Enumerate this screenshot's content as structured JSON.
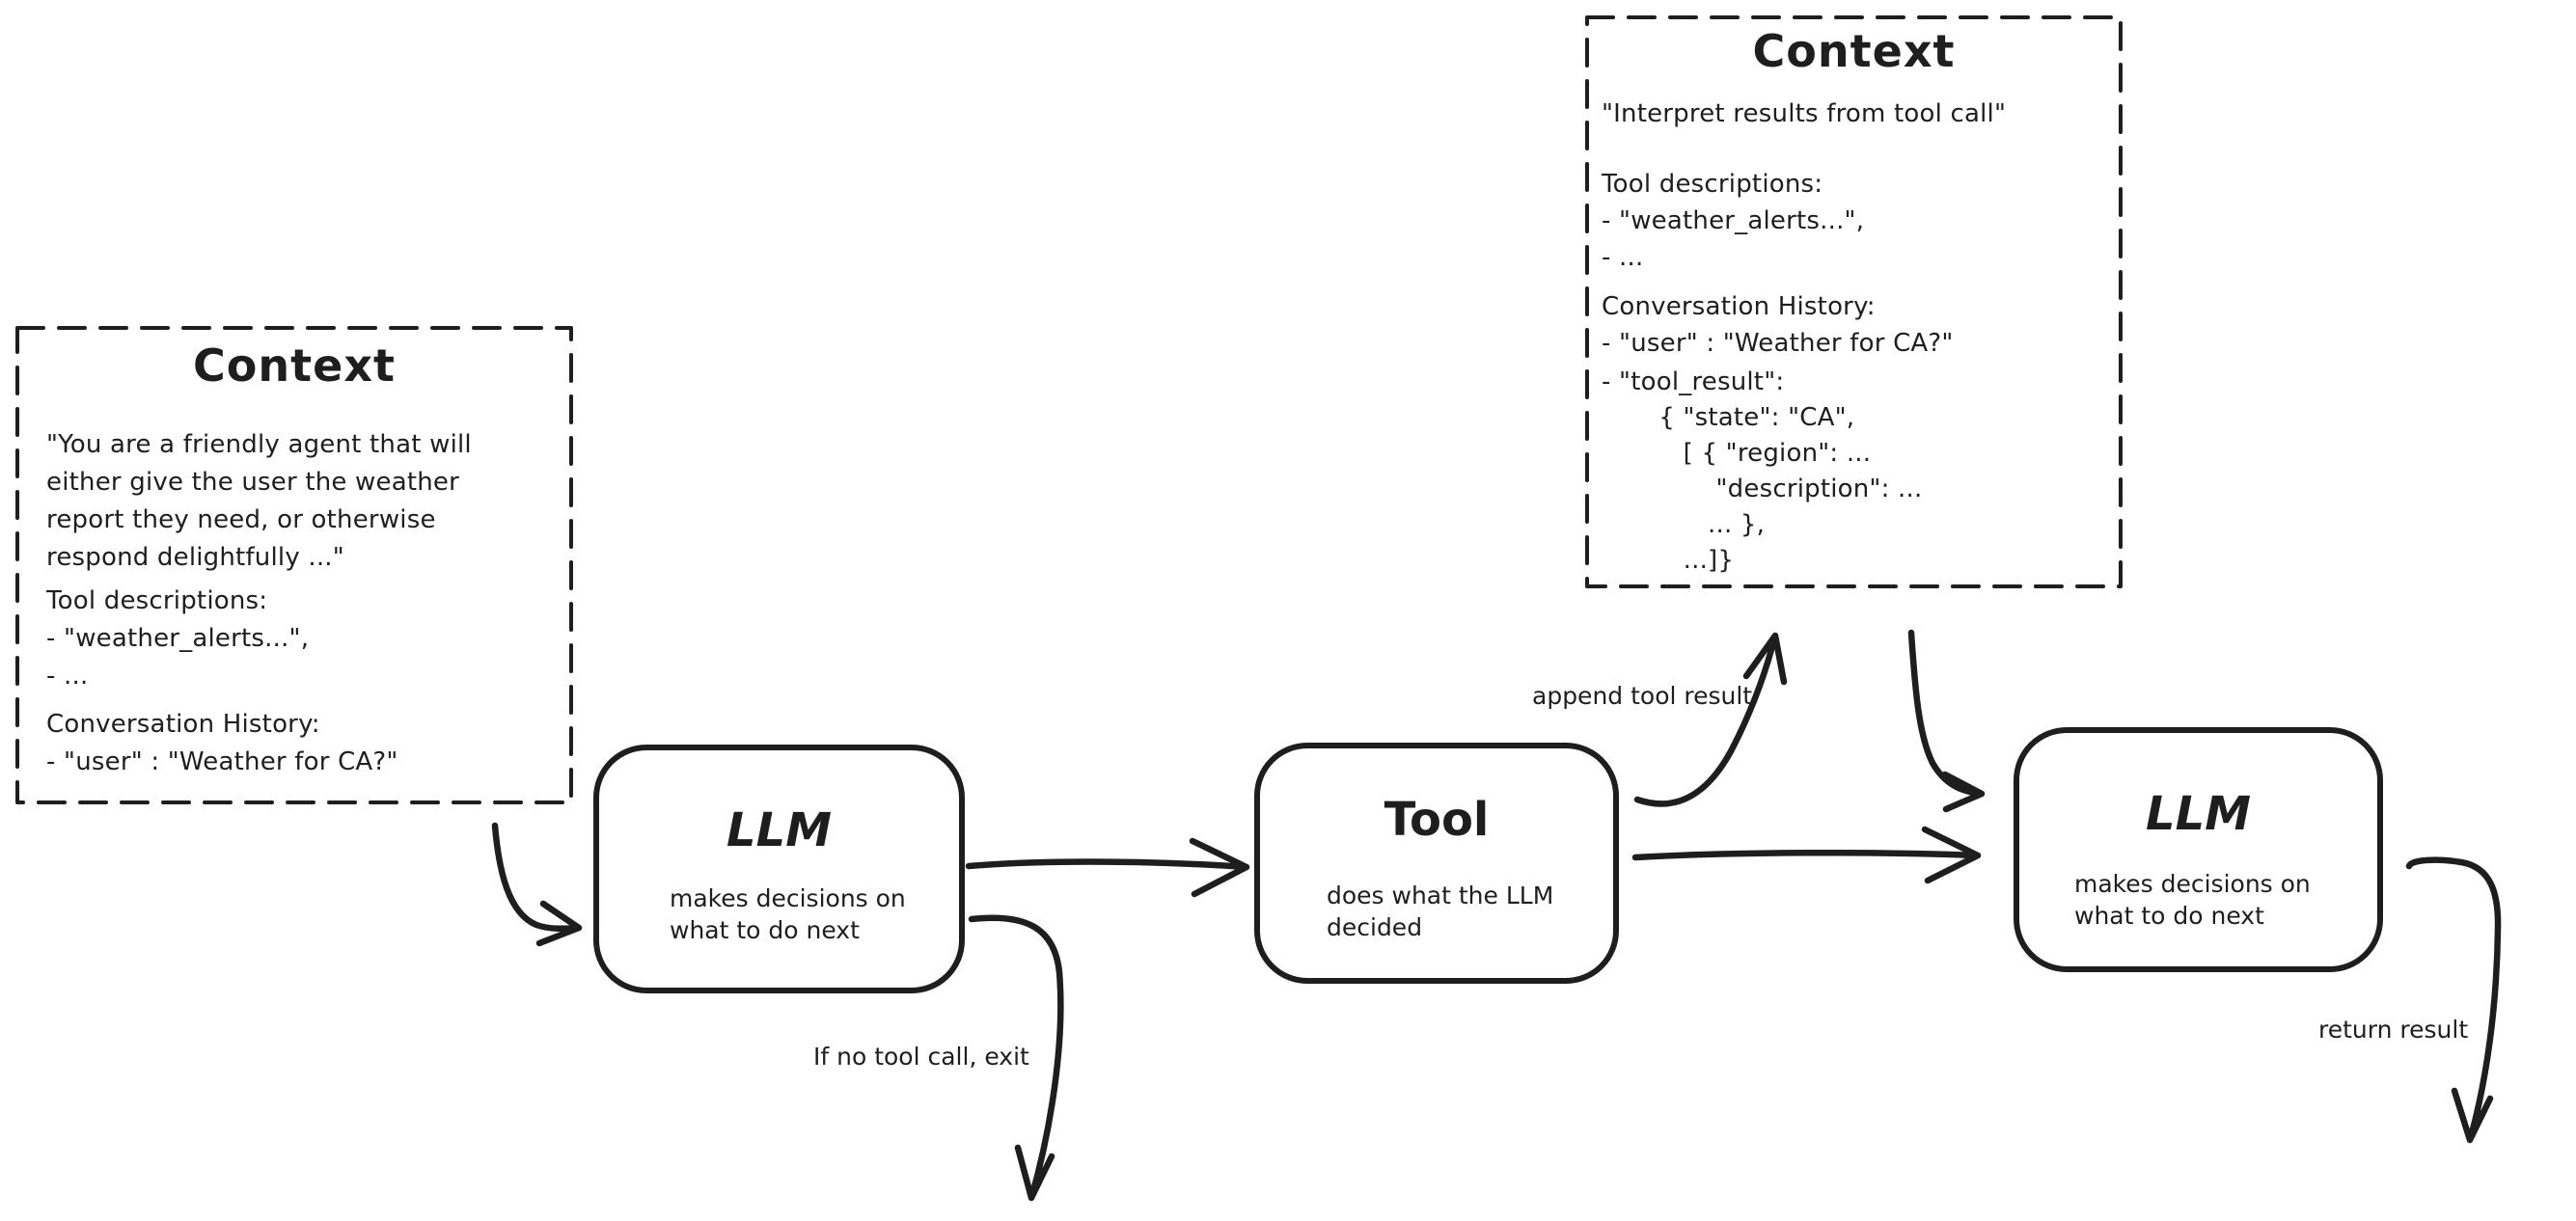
{
  "canvas": {
    "background": "#ffffff",
    "stroke_color": "#1e1e1e"
  },
  "context_left": {
    "title": "Context",
    "system_prompt": "\"You are a friendly agent that will\neither give the user the weather\nreport they need, or otherwise\nrespond delightfully ...\"",
    "tool_descriptions": "Tool descriptions:\n- \"weather_alerts...\",\n- ...",
    "conversation_history": "Conversation History:\n- \"user\" : \"Weather for CA?\""
  },
  "context_top": {
    "title": "Context",
    "system_prompt": "\"Interpret results from tool call\"",
    "tool_descriptions": "Tool descriptions:\n- \"weather_alerts...\",\n- ...",
    "conversation_history": "Conversation History:\n- \"user\" : \"Weather for CA?\"",
    "tool_result": "- \"tool_result\":\n       { \"state\": \"CA\",\n          [ { \"region\": ...\n              \"description\": ...\n             ... },\n          ...]}"
  },
  "nodes": {
    "llm_first": {
      "title": "LLM",
      "subtitle": "makes decisions on\nwhat to do next"
    },
    "tool": {
      "title": "Tool",
      "subtitle": "does what the LLM\ndecided"
    },
    "llm_second": {
      "title": "LLM",
      "subtitle": "makes decisions on\nwhat to do next"
    }
  },
  "edge_labels": {
    "append_tool_result": "append tool result",
    "no_tool_call_exit": "If no tool call, exit",
    "return_result": "return result"
  }
}
